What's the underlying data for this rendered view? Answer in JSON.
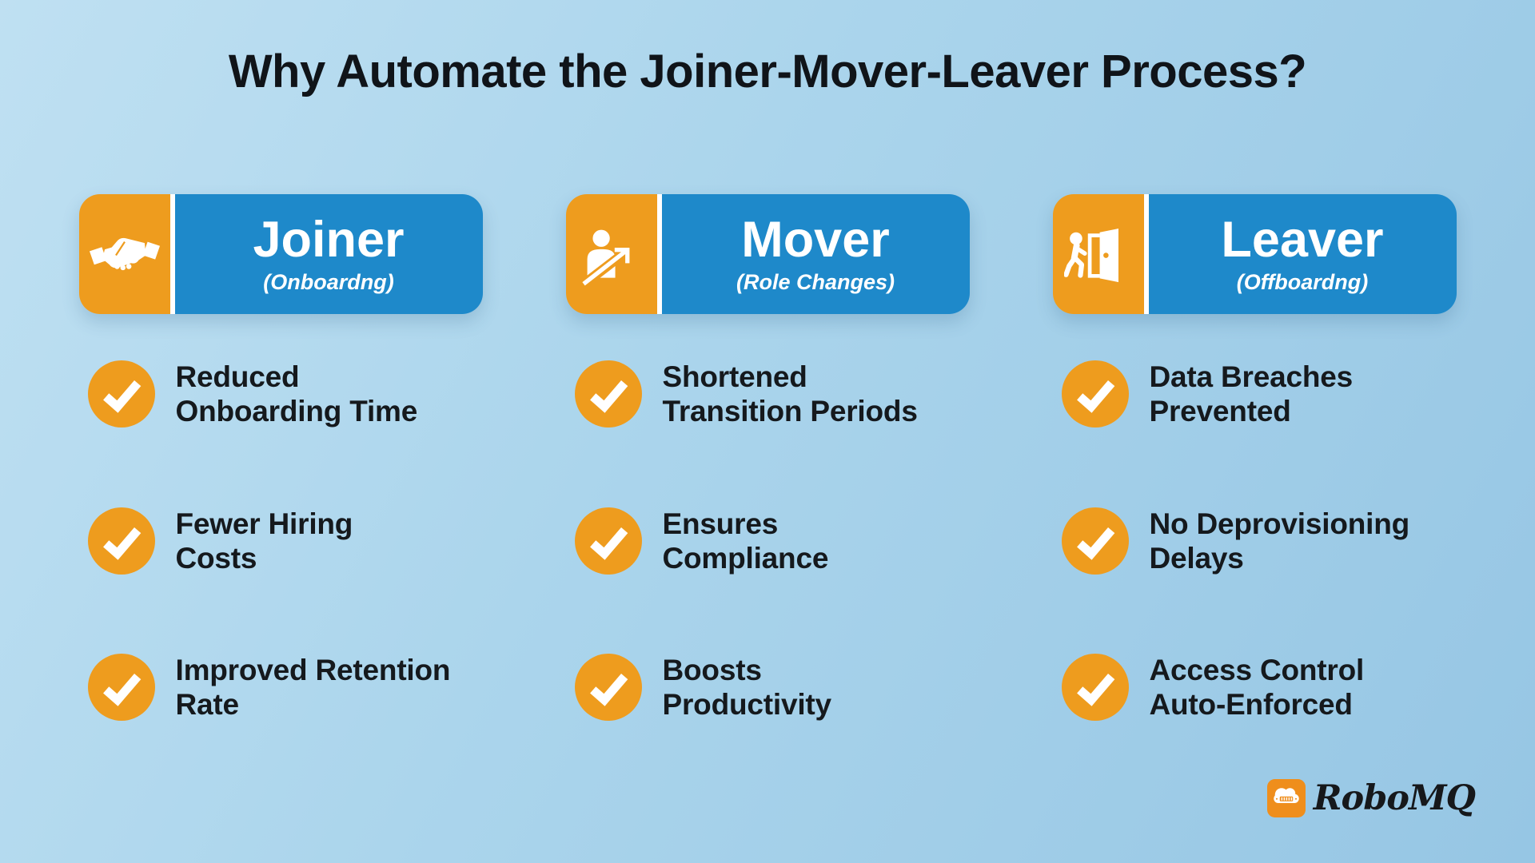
{
  "title": "Why Automate the Joiner-Mover-Leaver Process?",
  "columns": [
    {
      "name": "Joiner",
      "subtitle": "(Onboardng)",
      "icon": "handshake-icon",
      "items": [
        {
          "lines": [
            "Reduced",
            "Onboarding Time"
          ]
        },
        {
          "lines": [
            "Fewer Hiring",
            "Costs"
          ]
        },
        {
          "lines": [
            "Improved Retention",
            "Rate"
          ]
        }
      ]
    },
    {
      "name": "Mover",
      "subtitle": "(Role Changes)",
      "icon": "person-growth-arrow-icon",
      "items": [
        {
          "lines": [
            "Shortened",
            "Transition Periods"
          ]
        },
        {
          "lines": [
            "Ensures",
            "Compliance"
          ]
        },
        {
          "lines": [
            "Boosts",
            "Productivity"
          ]
        }
      ]
    },
    {
      "name": "Leaver",
      "subtitle": "(Offboardng)",
      "icon": "exit-door-icon",
      "items": [
        {
          "lines": [
            "Data Breaches",
            "Prevented"
          ]
        },
        {
          "lines": [
            "No Deprovisioning",
            "Delays"
          ]
        },
        {
          "lines": [
            "Access Control",
            "Auto-Enforced"
          ]
        }
      ]
    }
  ],
  "branding": {
    "logo_text": "RoboMQ",
    "logo_icon": "robomq-cloud-icon"
  },
  "icon_names": [
    "handshake-icon",
    "person-growth-arrow-icon",
    "exit-door-icon",
    "check-icon",
    "robomq-cloud-icon"
  ],
  "colors": {
    "orange": "#EE9C1E",
    "blue": "#1E89CA",
    "background_top": "#BFE0F2",
    "background_bottom": "#96C6E4",
    "text_dark": "#15191D",
    "white": "#FFFFFF"
  }
}
